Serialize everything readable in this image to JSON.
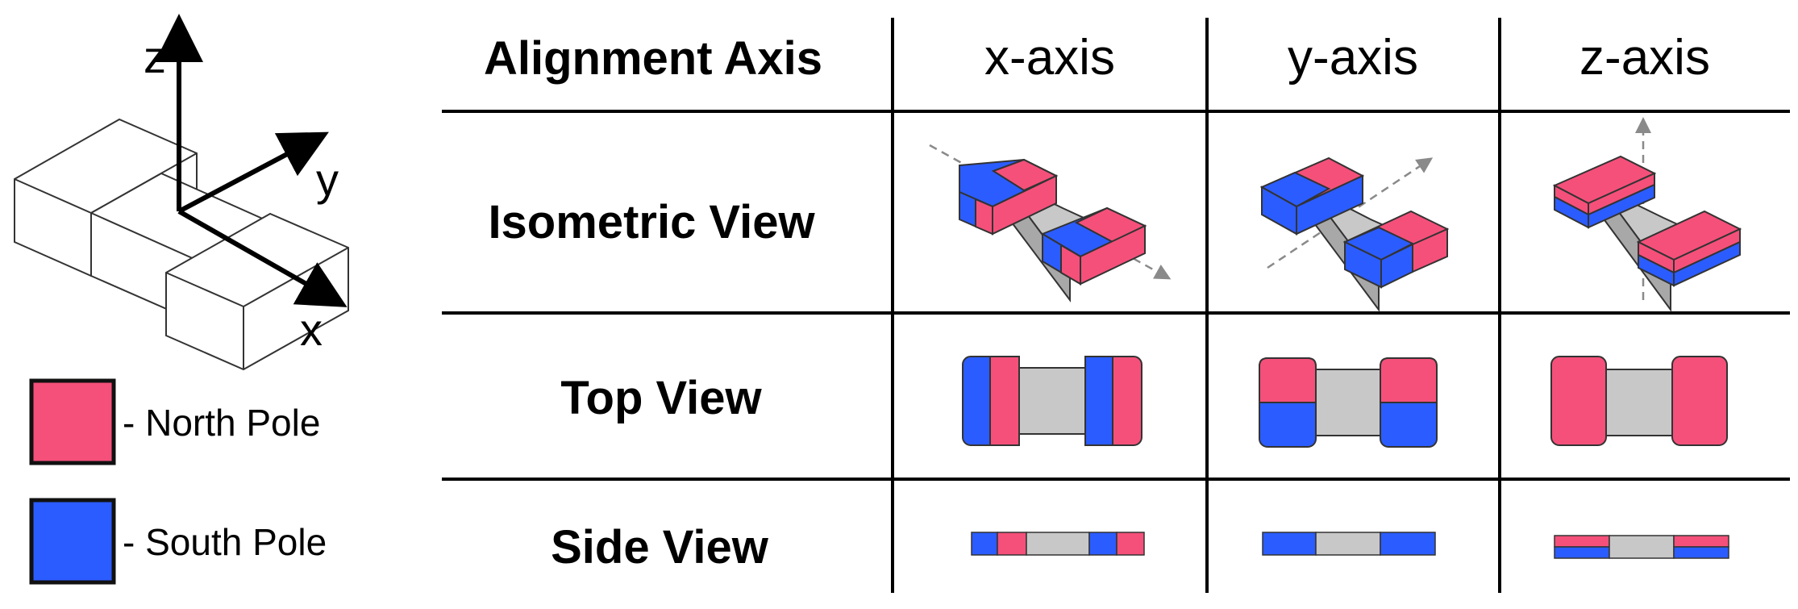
{
  "axes_inset": {
    "z_label": "z",
    "y_label": "y",
    "x_label": "x"
  },
  "legend": {
    "north": {
      "label": "- North Pole",
      "color": "#f5507a"
    },
    "south": {
      "label": "- South Pole",
      "color": "#2b5cff"
    }
  },
  "table": {
    "corner_header": "Alignment Axis",
    "columns": [
      "x-axis",
      "y-axis",
      "z-axis"
    ],
    "rows": [
      "Isometric View",
      "Top View",
      "Side View"
    ]
  },
  "colors": {
    "north": "#f5507a",
    "south": "#2b5cff",
    "bridge": "#c8c8c8",
    "bridge_dark": "#a8a8a8",
    "guide": "#8a8a8a"
  }
}
